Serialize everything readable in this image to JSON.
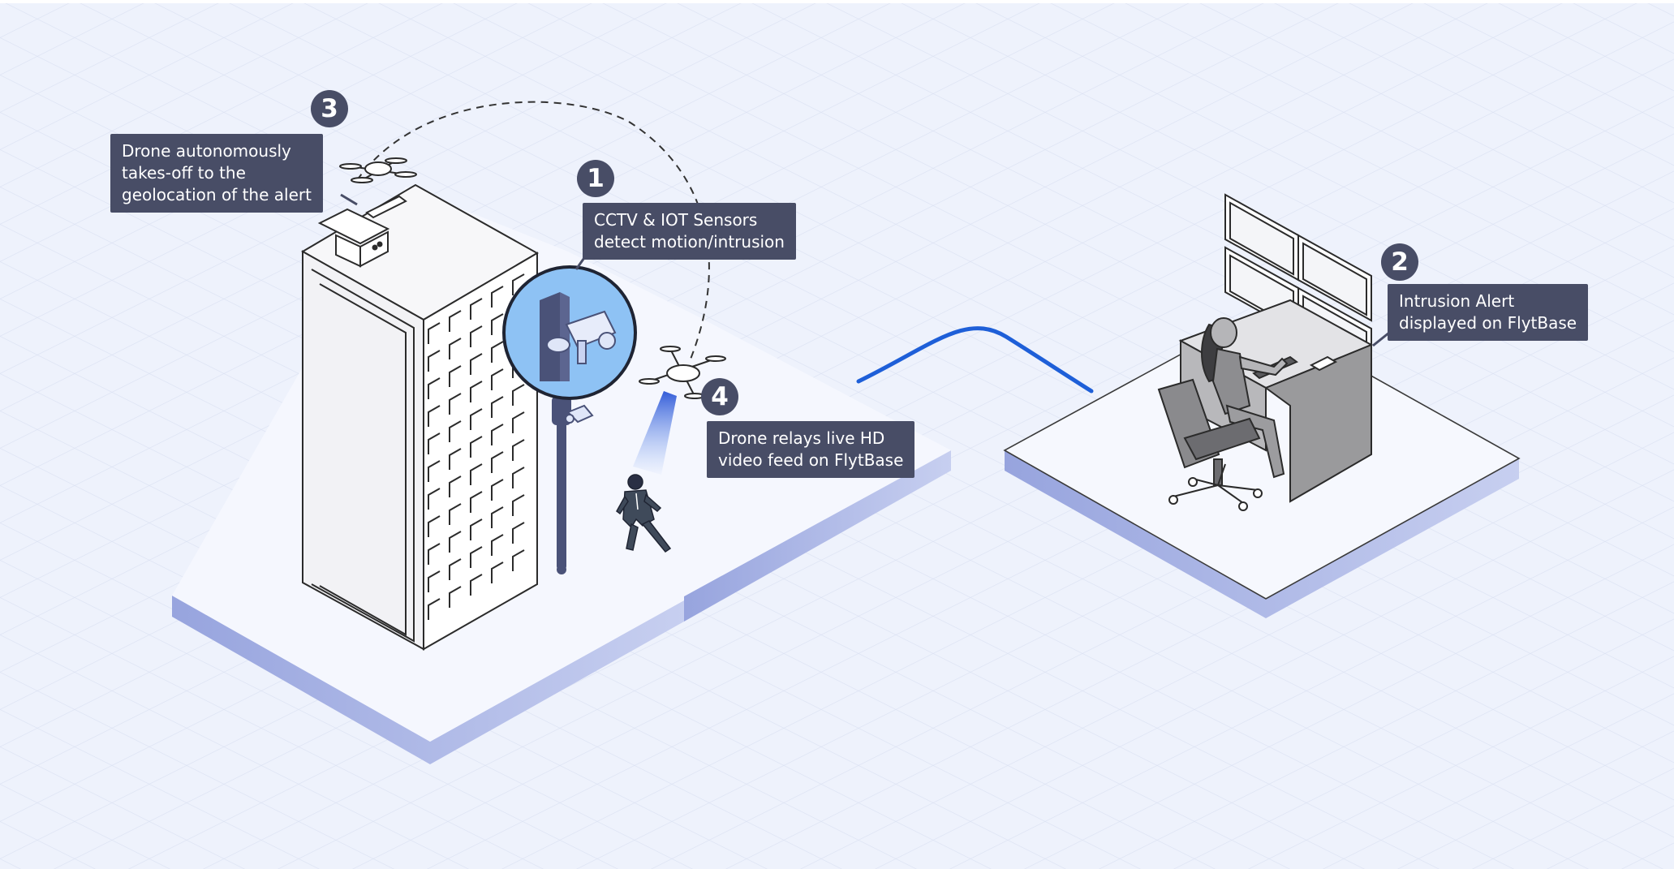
{
  "steps": [
    {
      "number": "1",
      "lines": [
        "CCTV & IOT Sensors",
        "detect motion/intrusion"
      ]
    },
    {
      "number": "2",
      "lines": [
        "Intrusion Alert",
        "displayed on FlytBase"
      ]
    },
    {
      "number": "3",
      "lines": [
        "Drone autonomously",
        "takes-off to the",
        "geolocation of the alert"
      ]
    },
    {
      "number": "4",
      "lines": [
        "Drone relays live HD",
        "video feed on FlytBase"
      ]
    }
  ],
  "colors": {
    "background": "#eef2fc",
    "grid_line": "#dde3f3",
    "platform_top": "#f5f7fe",
    "platform_side": "#a9b4e3",
    "callout_bg": "#484d66",
    "callout_text": "#ffffff",
    "connection_line": "#1e5fd8",
    "camera_circle": "#8ec2f4",
    "pole": "#4a5278",
    "outline": "#2b2b2b"
  },
  "icons": [
    "building-icon",
    "drone-icon",
    "cctv-camera-icon",
    "intruder-icon",
    "monitor-wall-icon",
    "operator-icon",
    "office-chair-icon",
    "desk-icon"
  ]
}
